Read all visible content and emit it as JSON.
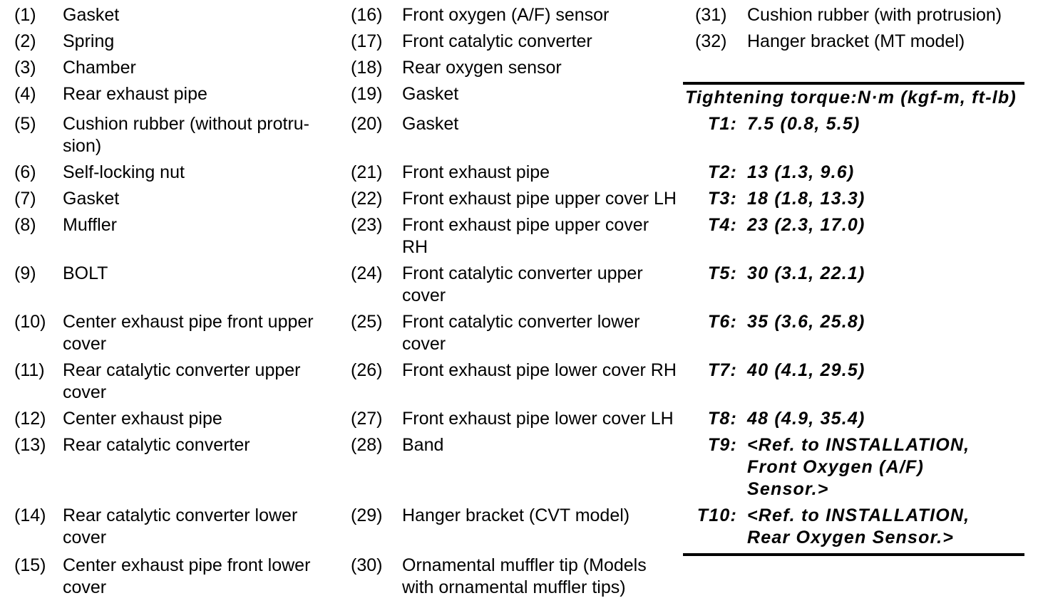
{
  "page": {
    "background": "#ffffff",
    "text_color": "#000000",
    "rule_color": "#000000"
  },
  "torque_section": {
    "header": "Tightening torque:N·m (kgf-m, ft-lb)"
  },
  "legend_rows": [
    {
      "col1": {
        "num": "(1)",
        "label": "Gasket"
      },
      "col2": {
        "num": "(16)",
        "label": "Front oxygen (A/F) sensor"
      },
      "col3": {
        "num": "(31)",
        "label": "Cushion rubber (with protrusion)"
      }
    },
    {
      "col1": {
        "num": "(2)",
        "label": "Spring"
      },
      "col2": {
        "num": "(17)",
        "label": "Front catalytic converter"
      },
      "col3": {
        "num": "(32)",
        "label": "Hanger bracket (MT model)"
      }
    },
    {
      "col1": {
        "num": "(3)",
        "label": "Chamber"
      },
      "col2": {
        "num": "(18)",
        "label": "Rear oxygen sensor"
      }
    },
    {
      "col1": {
        "num": "(4)",
        "label": "Rear exhaust pipe"
      },
      "col2": {
        "num": "(19)",
        "label": "Gasket"
      },
      "torque_header": "Tightening torque:N·m (kgf-m, ft-lb)"
    },
    {
      "col1": {
        "num": "(5)",
        "label": "Cushion rubber (without protru-\nsion)"
      },
      "col2": {
        "num": "(20)",
        "label": "Gasket"
      },
      "torque": {
        "num": "T1:",
        "value": "7.5 (0.8, 5.5)"
      }
    },
    {
      "col1": {
        "num": "(6)",
        "label": "Self-locking nut"
      },
      "col2": {
        "num": "(21)",
        "label": "Front exhaust pipe"
      },
      "torque": {
        "num": "T2:",
        "value": "13 (1.3, 9.6)"
      }
    },
    {
      "col1": {
        "num": "(7)",
        "label": "Gasket"
      },
      "col2": {
        "num": "(22)",
        "label": "Front exhaust pipe upper cover LH"
      },
      "torque": {
        "num": "T3:",
        "value": "18 (1.8, 13.3)"
      }
    },
    {
      "col1": {
        "num": "(8)",
        "label": "Muffler"
      },
      "col2": {
        "num": "(23)",
        "label": "Front exhaust pipe upper cover\nRH"
      },
      "torque": {
        "num": "T4:",
        "value": "23 (2.3, 17.0)"
      }
    },
    {
      "col1": {
        "num": "(9)",
        "label": "BOLT"
      },
      "col2": {
        "num": "(24)",
        "label": "Front catalytic converter upper\ncover"
      },
      "torque": {
        "num": "T5:",
        "value": "30 (3.1, 22.1)"
      }
    },
    {
      "col1": {
        "num": "(10)",
        "label": "Center exhaust pipe front upper\ncover"
      },
      "col2": {
        "num": "(25)",
        "label": "Front catalytic converter lower\ncover"
      },
      "torque": {
        "num": "T6:",
        "value": "35 (3.6, 25.8)"
      }
    },
    {
      "col1": {
        "num": "(11)",
        "label": "Rear catalytic converter upper\ncover"
      },
      "col2": {
        "num": "(26)",
        "label": "Front exhaust pipe lower cover RH"
      },
      "torque": {
        "num": "T7:",
        "value": "40 (4.1, 29.5)"
      }
    },
    {
      "col1": {
        "num": "(12)",
        "label": "Center exhaust pipe"
      },
      "col2": {
        "num": "(27)",
        "label": "Front exhaust pipe lower cover LH"
      },
      "torque": {
        "num": "T8:",
        "value": "48 (4.9, 35.4)"
      }
    },
    {
      "col1": {
        "num": "(13)",
        "label": "Rear catalytic converter"
      },
      "col2": {
        "num": "(28)",
        "label": "Band"
      },
      "torque": {
        "num": "T9:",
        "value": "<Ref. to INSTALLATION,\nFront Oxygen (A/F)\nSensor.>"
      }
    },
    {
      "col1": {
        "num": "(14)",
        "label": "Rear catalytic converter lower\ncover"
      },
      "col2": {
        "num": "(29)",
        "label": "Hanger bracket (CVT model)"
      },
      "torque": {
        "num": "T10:",
        "value": "<Ref. to INSTALLATION,\nRear Oxygen Sensor.>"
      }
    },
    {
      "col1": {
        "num": "(15)",
        "label": "Center exhaust pipe front lower\ncover"
      },
      "col2": {
        "num": "(30)",
        "label": "Ornamental muffler tip (Models\nwith ornamental muffler tips)"
      }
    }
  ]
}
